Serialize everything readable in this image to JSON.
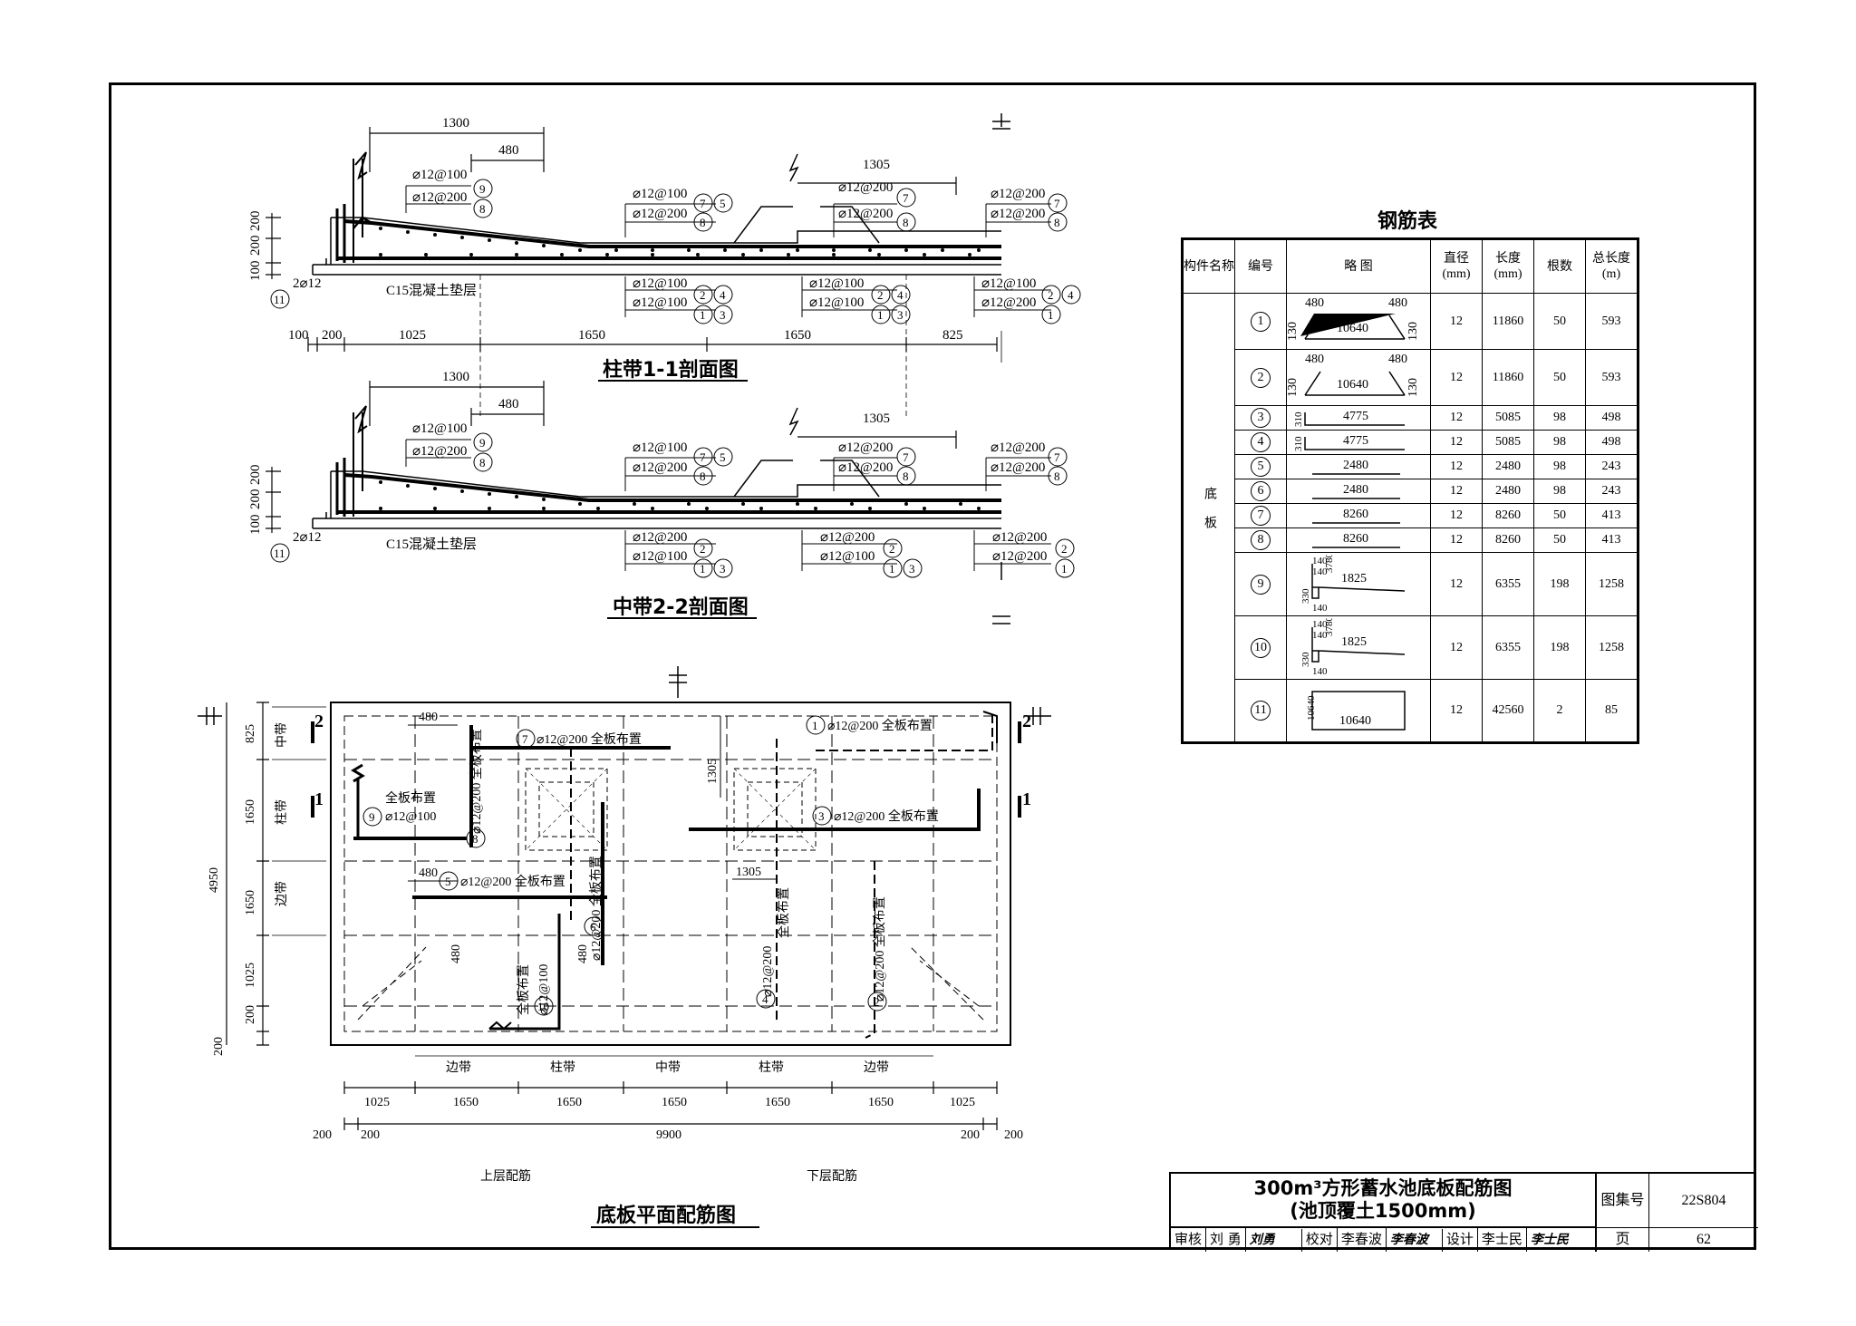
{
  "sheet": {
    "section1_title": "柱带1-1剖面图",
    "section2_title": "中带2-2剖面图",
    "plan_title": "底板平面配筋图",
    "cushion_label": "C15混凝土垫层",
    "upper_label": "上层配筋",
    "lower_label": "下层配筋"
  },
  "section1": {
    "dims_top": [
      "1300",
      "480",
      "1305"
    ],
    "dims_bottom": [
      "100",
      "200",
      "1025",
      "1650",
      "1650",
      "825"
    ],
    "left_dims": [
      "200",
      "200",
      "100"
    ],
    "annotations": [
      {
        "text": "⌀12@100",
        "num": "9"
      },
      {
        "text": "⌀12@200",
        "num": "8"
      },
      {
        "text": "⌀12@100",
        "num": "7",
        "num2": "5"
      },
      {
        "text": "⌀12@200",
        "num": "8"
      },
      {
        "text": "⌀12@200",
        "num": "7"
      },
      {
        "text": "⌀12@200",
        "num": "8"
      },
      {
        "text": "⌀12@200",
        "num": "7"
      },
      {
        "text": "⌀12@200",
        "num": "8"
      },
      {
        "text": "⌀12@100",
        "num": "2",
        "num2": "4"
      },
      {
        "text": "⌀12@100",
        "num": "1",
        "num2": "3"
      },
      {
        "text": "⌀12@100",
        "num": "2",
        "num2": "4"
      },
      {
        "text": "⌀12@100",
        "num": "1",
        "num2": "3"
      },
      {
        "text": "⌀12@100",
        "num": "2",
        "num2": "4"
      },
      {
        "text": "⌀12@200",
        "num": "1"
      }
    ],
    "edge_bar": "2⌀12",
    "edge_num": "11"
  },
  "section2": {
    "dims_top": [
      "1300",
      "480",
      "1305"
    ],
    "left_dims": [
      "200",
      "200",
      "100"
    ],
    "annotations": [
      {
        "text": "⌀12@100",
        "num": "9"
      },
      {
        "text": "⌀12@200",
        "num": "8"
      },
      {
        "text": "⌀12@100",
        "num": "7",
        "num2": "5"
      },
      {
        "text": "⌀12@200",
        "num": "8"
      },
      {
        "text": "⌀12@200",
        "num": "7"
      },
      {
        "text": "⌀12@200",
        "num": "8"
      },
      {
        "text": "⌀12@200",
        "num": "7"
      },
      {
        "text": "⌀12@200",
        "num": "8"
      },
      {
        "text": "⌀12@200",
        "num": "2"
      },
      {
        "text": "⌀12@100",
        "num": "1",
        "num2": "3"
      },
      {
        "text": "⌀12@200",
        "num": "2"
      },
      {
        "text": "⌀12@100",
        "num": "1",
        "num2": "3"
      },
      {
        "text": "⌀12@200",
        "num": "2"
      },
      {
        "text": "⌀12@200",
        "num": "1"
      }
    ],
    "edge_bar": "2⌀12",
    "edge_num": "11"
  },
  "plan": {
    "section_marks": [
      "2",
      "2",
      "1",
      "1"
    ],
    "left_dims": [
      "825",
      "1650",
      "1650",
      "1025",
      "200",
      "200",
      "4950"
    ],
    "left_bands": [
      "中带",
      "柱带",
      "边带"
    ],
    "bottom_bands": [
      "边带",
      "柱带",
      "中带",
      "柱带",
      "边带"
    ],
    "bottom_dims": [
      "1025",
      "1650",
      "1650",
      "1650",
      "1650",
      "1650",
      "1025"
    ],
    "bottom_dims2": [
      "200",
      "200",
      "9900",
      "200",
      "200"
    ],
    "labels": {
      "l7": "⌀12@200 全板布置",
      "l1": "⌀12@200 全板布置",
      "l3": "⌀12@200 全板布置",
      "l5": "⌀12@200 全板布置",
      "l9a": "全板布置",
      "l9b": "⌀12@100",
      "l8": "⌀12@200 全板布置",
      "l6": "⌀12@200 全板布置",
      "l10a": "全板布置",
      "l10b": "⌀12@100",
      "l4a": "全板布置",
      "l4b": "⌀12@200",
      "l2": "⌀12@200 全板布置",
      "d480a": "480",
      "d480b": "480",
      "d480c": "480",
      "d480d": "480",
      "d1305a": "1305",
      "d1305b": "1305"
    }
  },
  "rebar_table": {
    "title": "钢筋表",
    "headers": [
      "构件名称",
      "编号",
      "略 图",
      "直径(mm)",
      "长度(mm)",
      "根数",
      "总长度(m)"
    ],
    "component": "底板",
    "rows": [
      {
        "no": "1",
        "sketch": [
          "480",
          "480",
          "130",
          "10640",
          "130"
        ],
        "dia": "12",
        "len": "11860",
        "count": "50",
        "total": "593"
      },
      {
        "no": "2",
        "sketch": [
          "480",
          "480",
          "130",
          "10640",
          "130"
        ],
        "dia": "12",
        "len": "11860",
        "count": "50",
        "total": "593"
      },
      {
        "no": "3",
        "sketch": [
          "310",
          "4775"
        ],
        "dia": "12",
        "len": "5085",
        "count": "98",
        "total": "498"
      },
      {
        "no": "4",
        "sketch": [
          "310",
          "4775"
        ],
        "dia": "12",
        "len": "5085",
        "count": "98",
        "total": "498"
      },
      {
        "no": "5",
        "sketch": [
          "2480"
        ],
        "dia": "12",
        "len": "2480",
        "count": "98",
        "total": "243"
      },
      {
        "no": "6",
        "sketch": [
          "2480"
        ],
        "dia": "12",
        "len": "2480",
        "count": "98",
        "total": "243"
      },
      {
        "no": "7",
        "sketch": [
          "8260"
        ],
        "dia": "12",
        "len": "8260",
        "count": "50",
        "total": "413"
      },
      {
        "no": "8",
        "sketch": [
          "8260"
        ],
        "dia": "12",
        "len": "8260",
        "count": "50",
        "total": "413"
      },
      {
        "no": "9",
        "sketch": [
          "140",
          "140",
          "3780",
          "1825",
          "330",
          "140"
        ],
        "dia": "12",
        "len": "6355",
        "count": "198",
        "total": "1258"
      },
      {
        "no": "10",
        "sketch": [
          "140",
          "140",
          "3780",
          "1825",
          "330",
          "140"
        ],
        "dia": "12",
        "len": "6355",
        "count": "198",
        "total": "1258"
      },
      {
        "no": "11",
        "sketch": [
          "10640",
          "10640"
        ],
        "dia": "12",
        "len": "42560",
        "count": "2",
        "total": "85"
      }
    ]
  },
  "title_block": {
    "title_line1": "300m³方形蓄水池底板配筋图",
    "title_line2": "(池顶覆土1500mm)",
    "atlas_label": "图集号",
    "atlas_no": "22S804",
    "page_label": "页",
    "page_no": "62",
    "review_label": "审核",
    "review_name": "刘 勇",
    "review_sig": "刘勇",
    "check_label": "校对",
    "check_name": "李春波",
    "check_sig": "李春波",
    "design_label": "设计",
    "design_name": "李士民",
    "design_sig": "李士民"
  }
}
